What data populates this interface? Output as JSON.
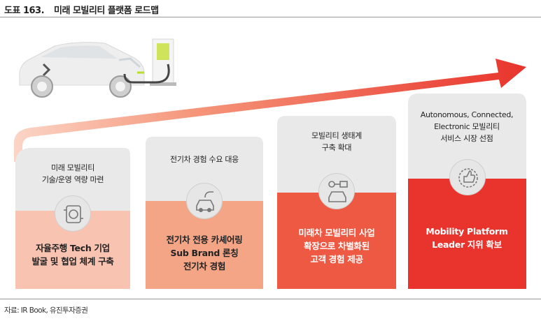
{
  "figure": {
    "number": "도표 163.",
    "title": "미래 모빌리티 플랫폼 로드맵"
  },
  "source": "자료: IR Book, 유진투자증권",
  "colors": {
    "stage1_bottom": "#f9c3b2",
    "stage2_bottom": "#f4a586",
    "stage3_bottom": "#ee5943",
    "stage4_bottom": "#e8342c",
    "card_top": "#e9e9e9",
    "arrow": "#e8342c"
  },
  "stages": [
    {
      "top_lines": [
        "미래 모빌리티",
        "기술/운영 역량 마련"
      ],
      "bottom_lines": [
        "자율주행 Tech 기업",
        "발굴 및 협업 체계 구축"
      ],
      "icon": "autonomous-tech-icon"
    },
    {
      "top_lines": [
        "전기차 경험 수요 대응"
      ],
      "bottom_lines": [
        "전기차 전용 카셰어링",
        "Sub Brand 론칭",
        "전기차 경험"
      ],
      "icon": "ev-charging-car-icon"
    },
    {
      "top_lines": [
        "모빌리티 생태계",
        "구축 확대"
      ],
      "bottom_lines": [
        "미래차 모빌리티 사업",
        "확장으로 차별화된",
        "고객 경험 제공"
      ],
      "icon": "mobility-ecosystem-icon"
    },
    {
      "top_lines": [
        "Autonomous, Connected,",
        "Electronic 모빌리티",
        "서비스 시장 선점"
      ],
      "bottom_lines": [
        "Mobility Platform",
        "Leader 지위 확보"
      ],
      "icon": "thumbs-up-badge-icon"
    }
  ]
}
